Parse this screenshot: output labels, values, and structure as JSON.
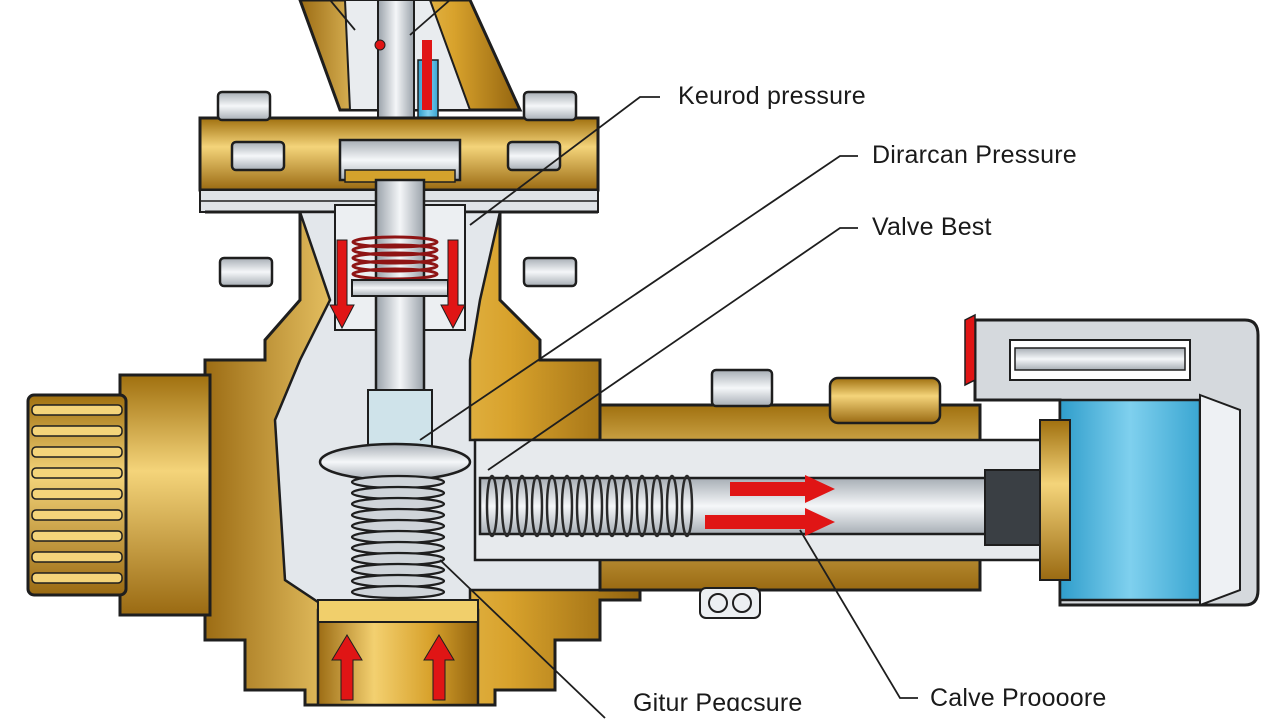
{
  "labels": [
    {
      "text": "Keurod pressure"
    },
    {
      "text": "Dirarcan Pressure"
    },
    {
      "text": "Valve Best"
    },
    {
      "text": "Gitur Peɑcsure"
    },
    {
      "text": "Calve Proooore"
    }
  ],
  "colors": {
    "brass": "#d9a62e",
    "brass_dark": "#a8761a",
    "brass_light": "#f1cf6b",
    "steel": "#d4d8dc",
    "steel_dark": "#8e969e",
    "cavity": "#e6e9ec",
    "arrow": "#e01515",
    "accent_blue": "#4fb6dc",
    "outline": "#1e1e1e"
  }
}
